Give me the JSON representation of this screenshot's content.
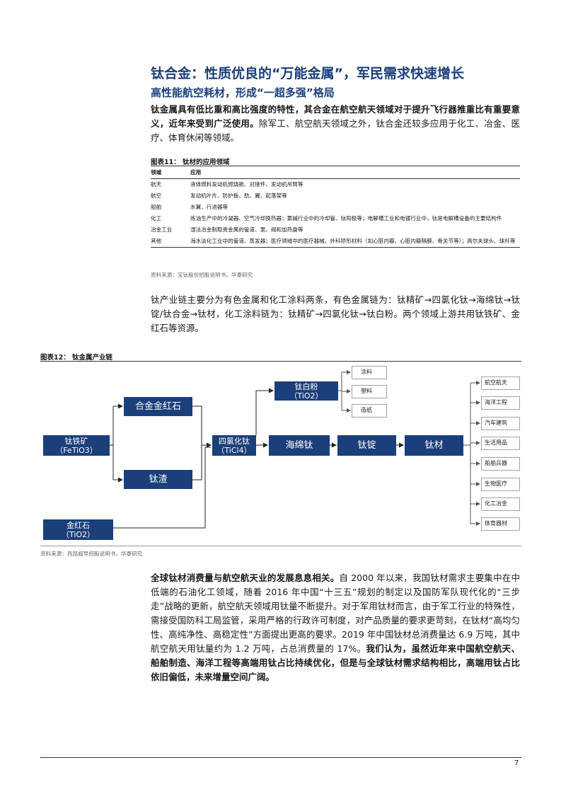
{
  "heading": "钛合金：性质优良的“万能金属”，军民需求快速增长",
  "subheading": "高性能航空耗材，形成“一超多强”格局",
  "para1_bold": "钛金属具有低比重和高比强度的特性，其合金在航空航天领域对于提升飞行器推重比有重要意义，近年来受到广泛使用。",
  "para1_rest": "除军工、航空航天领域之外，钛合金还较多应用于化工、冶金、医疗、体育休闲等领域。",
  "table": {
    "title": "图表11：  钛材的应用领域",
    "headers": [
      "领域",
      "应用"
    ],
    "rows": [
      {
        "field": "航天",
        "use": "液体燃料发动机燃烧舱、对接件、发动机吊臂等"
      },
      {
        "field": "航空",
        "use": "发动机叶片、防护板、肋、翼、起落架等"
      },
      {
        "field": "船舶",
        "use": "水翼、行进器等"
      },
      {
        "field": "化工",
        "use": "炼油生产中的冷凝器、空气冷却换热器；氯碱行业中的冷却管、钛阳极等；电解槽工业和电镀行业中，钛是电解槽设备的主要结构件"
      },
      {
        "field": "冶金工业",
        "use": "湿法冶金制取贵金属的管道、泵、阀和加热盘等"
      },
      {
        "field": "其他",
        "use": "海水淡化工业中的管道、蒸发器；医疗领域中的医疗器械、外科矫形材料（如心脏内瓣、心脏内瓣隔膜、骨关节等）；高尔夫球头、球杆等"
      }
    ],
    "source": "资料来源：宝钛股份招股说明书，华泰研究"
  },
  "para2": "钛产业链主要分为有色金属和化工涂料两条，有色金属链为：钛精矿→四氯化钛→海绵钛→钛锭/钛合金→钛材，化工涂料链为：钛精矿→四氯化钛→钛白粉。两个领域上游共用钛铁矿、金红石等资源。",
  "diagram": {
    "title": "图表12：  钛金属产业链",
    "nodes": {
      "ilmenite": [
        "钛铁矿",
        "（FeTiO3）"
      ],
      "rutile": [
        "金红石",
        "（TiO2）"
      ],
      "synthetic_rutile": "合金金红石",
      "slag": "钛渣",
      "ticl4": [
        "四氯化钛",
        "（TiCl4）"
      ],
      "tio2_white": [
        "钛白粉",
        "（TiO2）"
      ],
      "sponge": "海绵钛",
      "ingot": "钛锭",
      "material": "钛材"
    },
    "pigment_uses": [
      "涂料",
      "塑料",
      "造纸"
    ],
    "material_uses": [
      "航空航天",
      "海洋工程",
      "汽车建筑",
      "生活用品",
      "船舶兵器",
      "生物医疗",
      "化工冶金",
      "体育器材"
    ],
    "source": "资料来源：西部超导招股说明书，华泰研究"
  },
  "para3": {
    "lead": "全球钛材消费量与航空航天业的发展息息相关。",
    "body": "自 2000 年以来，我国钛材需求主要集中在中低端的石油化工领域，随着 2016 年中国“十三五”规划的制定以及国防军队现代化的“三步走”战略的更新，航空航天领域用钛量不断提升。对于军用钛材而言，由于军工行业的特殊性，需接受国防科工局监管，采用严格的行政许可制度，对产品质量的要求更苛刻，在钛材“高均匀性、高纯净性、高稳定性”方面提出更高的要求。2019 年中国钛材总消费量达 6.9 万吨，其中航空航天用钛量约为 1.2 万吨，占总消费量的 17%。",
    "tail_bold": "我们认为，虽然近年来中国航空航天、船舶制造、海洋工程等高端用钛占比持续优化，但是与全球钛材需求结构相比，高端用钛占比依旧偏低，未来增量空间广阔。"
  },
  "page_number": "7"
}
